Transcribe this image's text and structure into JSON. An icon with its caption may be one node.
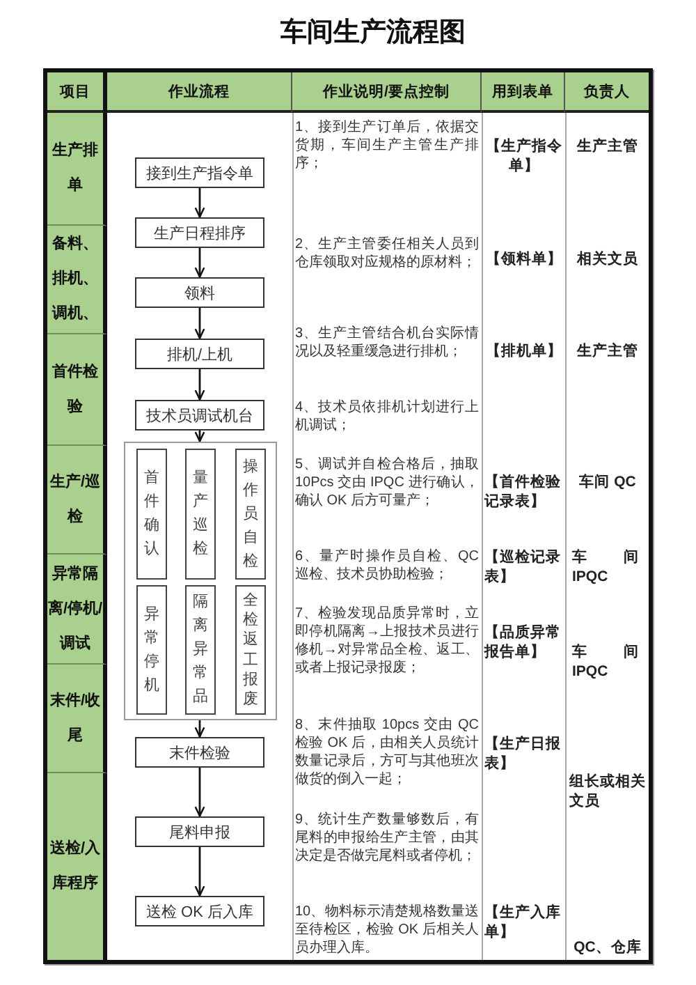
{
  "diagram": {
    "title": "车间生产流程图",
    "nodes": [
      {
        "text": [
          "接到生产指令单"
        ]
      },
      {
        "text": [
          "生产日程排序"
        ]
      },
      {
        "text": [
          "领料"
        ]
      },
      {
        "text": [
          "排机/上机"
        ]
      },
      {
        "text": [
          "技术员调试机台"
        ]
      },
      {
        "text": [],
        "shape": "box"
      },
      {
        "text": [
          "首件确认"
        ],
        "in": 5
      },
      {
        "text": [
          "量产巡检"
        ],
        "in": 5
      },
      {
        "text": [
          "操作员自检"
        ],
        "in": 5
      },
      {
        "text": [
          "异常停机"
        ],
        "in": 5
      },
      {
        "text": [
          "隔离异常品"
        ],
        "in": 5
      },
      {
        "text": [
          "全检返工报废"
        ],
        "in": 5
      },
      {
        "text": [
          "末件检验"
        ]
      },
      {
        "text": [
          "尾料申报"
        ]
      },
      {
        "text": [
          "送检 OK 后入库"
        ]
      }
    ],
    "edges": [
      {
        "from": 0,
        "to": 1,
        "arrow": "to"
      },
      {
        "from": 1,
        "to": 2,
        "arrow": "to"
      },
      {
        "from": 2,
        "to": 3,
        "arrow": "to"
      },
      {
        "from": 3,
        "to": 4,
        "arrow": "to"
      },
      {
        "from": 4,
        "to": 5,
        "arrow": "to"
      },
      {
        "from": 5,
        "to": 12,
        "arrow": "to"
      },
      {
        "from": 12,
        "to": 13,
        "arrow": "to"
      },
      {
        "from": 13,
        "to": 14,
        "arrow": "to"
      }
    ],
    "labels": [
      "项目",
      "作业流程",
      "作业说明/要点控制",
      "用到表单",
      "负责人",
      "生产排单",
      "1、接到生产订单后，依据交货期，车间生产主管生产排序；",
      "【生产指令单】",
      "生产主管",
      "备料、排机、调机、",
      "2、生产主管委任相关人员到仓库领取对应规格的原材料；",
      "【领料单】",
      "相关文员",
      "首件检验",
      "3、生产主管结合机台实际情况以及轻重缓急进行排机；",
      "【排机单】",
      "生产主管",
      "4、技术员依排机计划进行上机调试；",
      "生产/巡检",
      "5、调试并自检合格后，抽取10Pcs 交由 IPQC 进行确认，确认 OK 后方可量产；",
      "【首件检验记录表】",
      "车间 QC",
      "异常隔离/停机/调试",
      "6、量产时操作员自检、QC 巡检、技术员协助检验；",
      "【巡检记录表】",
      "车间 IPQC",
      "7、检验发现品质异常时，立即停机隔离→上报技术员进行修机→对异常品全检、返工、或者上报记录报废；",
      "【品质异常报告单】",
      "车间 IPQC",
      "末件/收尾",
      "8、末件抽取 10pcs 交由 QC 检验 OK 后，由相关人员统计数量记录后，方可与其他班次做货的倒入一起；",
      "【生产日报表】",
      "组长或相关文员",
      "送检/入库程序",
      "9、统计生产数量够数后，有尾料的申报给生产主管，由其决定是否做完尾料或者停机；",
      "10、物料标示清楚规格数量送至待检区，检验 OK 后相关人员办理入库。",
      "【生产入库单】",
      "QC、仓库"
    ]
  }
}
